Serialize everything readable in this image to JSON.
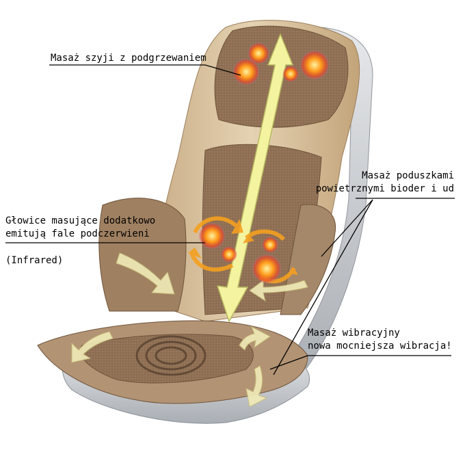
{
  "labels": {
    "neck": "Masaż szyji z podgrzewaniem",
    "heads_line1": "Głowice masujące dodatkowo",
    "heads_line2": "emitują fale podczerwieni",
    "infrared": "(Infrared)",
    "air_line1": "Masaż poduszkami",
    "air_line2": "powietrznymi bioder i ud",
    "vibe_line1": "Masaż wibracyjny",
    "vibe_line2": "nowa mocniejsza wibracja!"
  },
  "colors": {
    "seat_beige": "#dcc7a2",
    "seat_brown": "#a08565",
    "mesh_brown": "#8a6b4f",
    "base_silver": "#c9cdd2",
    "arrow_yellow": "#f3f3a0",
    "heat_orange": "#f08a1a"
  }
}
